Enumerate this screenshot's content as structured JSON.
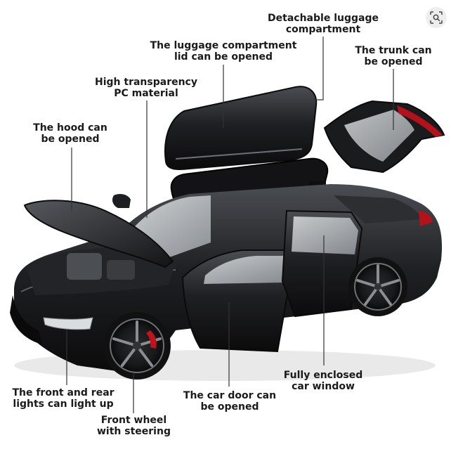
{
  "callouts": {
    "luggage_box": [
      "Detachable luggage",
      "compartment"
    ],
    "luggage_lid": [
      "The luggage compartment",
      "lid can be opened"
    ],
    "trunk": [
      "The trunk can",
      "be opened"
    ],
    "pc_material": [
      "High transparency",
      "PC material"
    ],
    "hood": [
      "The hood can",
      "be opened"
    ],
    "lights": [
      "The front and rear",
      "lights can light up"
    ],
    "car_door": [
      "The car door can",
      "be opened"
    ],
    "window": [
      "Fully enclosed",
      "car window"
    ],
    "wheel": [
      "Front wheel",
      "with steering"
    ]
  },
  "icons": {
    "visual_search": "visual-search-icon"
  },
  "colors": {
    "body_paint": "#1b1c1f",
    "body_highlight": "#4a4d52",
    "glass": "#cfd3d6",
    "brake_caliper": "#c0141b",
    "tail_light": "#b3121a",
    "leader_line": "#333333"
  }
}
